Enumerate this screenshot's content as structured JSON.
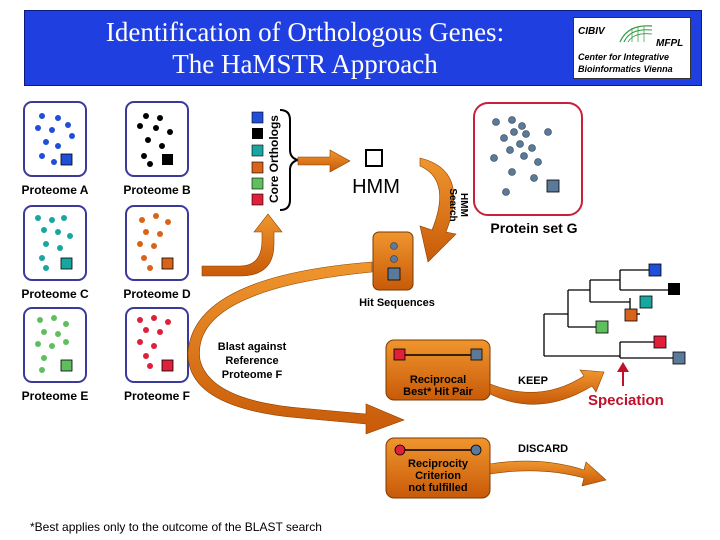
{
  "title": {
    "line1": "Identification of Orthologous Genes:",
    "line2": "The HaMSTR Approach"
  },
  "logo": {
    "name1": "CIBIV",
    "name2": "MFPL",
    "line1": "Center for Integrative",
    "line2": "Bioinformatics Vienna"
  },
  "proteomes": [
    "Proteome A",
    "Proteome B",
    "Proteome C",
    "Proteome D",
    "Proteome E",
    "Proteome F"
  ],
  "core_orthologs_label": "Core Orthologs",
  "hmm_label": "HMM",
  "hmm_search_label": [
    "HMM",
    "Search"
  ],
  "protein_set_label": "Protein set G",
  "hit_sequences_label": "Hit Sequences",
  "blast_label": [
    "Blast against",
    "Reference",
    "Proteome F"
  ],
  "reciprocal_label": [
    "Reciprocal",
    "Best* Hit Pair"
  ],
  "keep_label": "KEEP",
  "reciprocity_label": [
    "Reciprocity",
    "Criterion",
    "not fulfilled"
  ],
  "discard_label": "DISCARD",
  "speciation_label": "Speciation",
  "footnote": "*Best applies only to the outcome of the BLAST search",
  "colors": {
    "title_bg": "#1f3fe0",
    "orange": "#e0700f",
    "blue": "#1f4fd8",
    "black": "#000000",
    "teal": "#1aa6a0",
    "dark_orange": "#d8641a",
    "green": "#5fbf5f",
    "red": "#e0203a",
    "grey_blue": "#5b7a9a",
    "speciation": "#c0102a"
  }
}
